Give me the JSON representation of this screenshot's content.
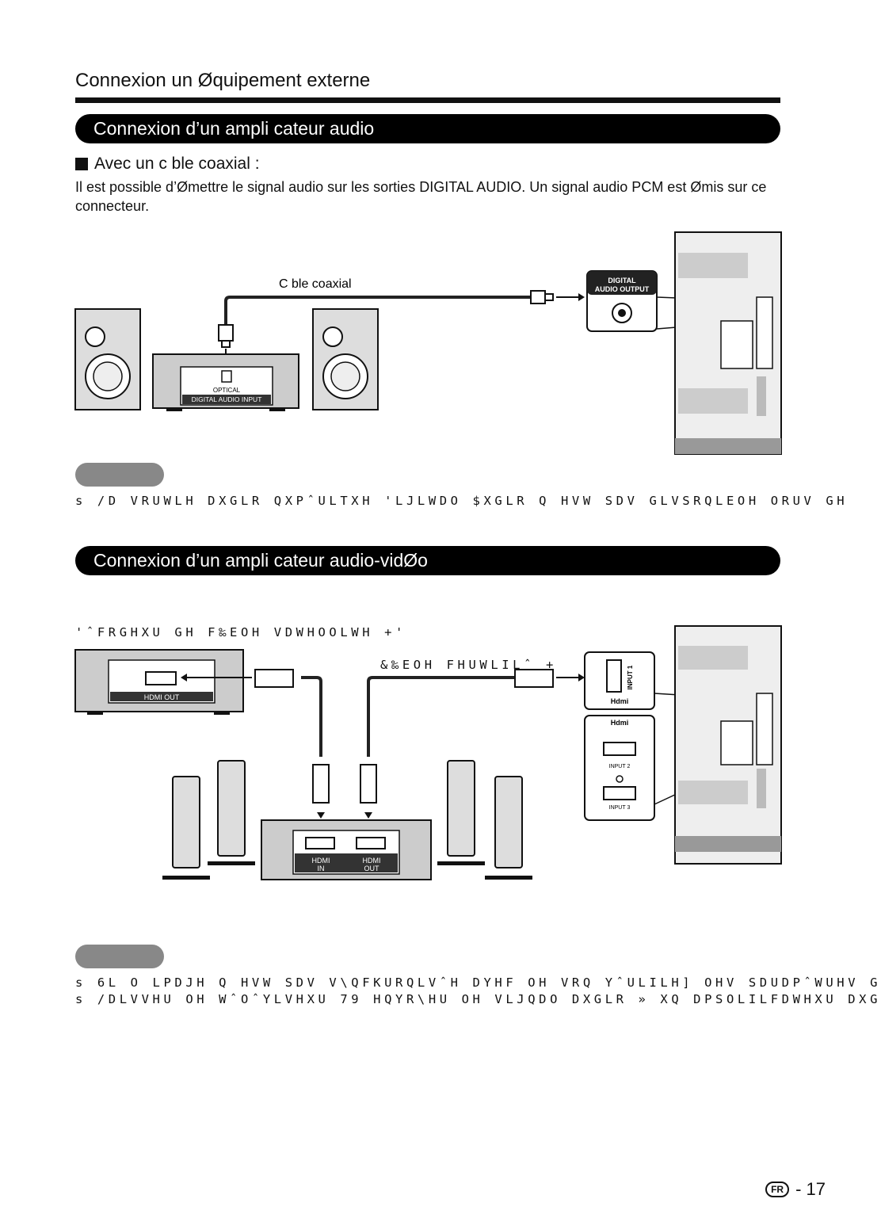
{
  "header": {
    "title": "Connexion   un Øquipement externe"
  },
  "section1": {
    "title": "Connexion d’un ampli cateur audio",
    "subhead": "Avec un c ble coaxial :",
    "paragraph": "Il est possible d’Ømettre le signal audio sur les sorties DIGITAL AUDIO. Un signal audio PCM est Ømis sur ce connecteur.",
    "diagram": {
      "cable_label": "C ble coaxial",
      "tv_port_label_1": "DIGITAL",
      "tv_port_label_2": "AUDIO OUTPUT",
      "amp_port_label_1": "OPTICAL",
      "amp_port_label_2": "DIGITAL AUDIO INPUT"
    },
    "note": "s /D VRUWLH DXGLR QXPˆULTXH  'LJLWDO $XGLR  Q HVW SDV GLVSRQLEOH ORUV GH"
  },
  "section2": {
    "title": "Connexion d’un ampli cateur audio-vidØo",
    "decoder_label": "'ˆFRGHXU GH F‰EOH VDWHOOLWH +'",
    "cable_label": "&‰EOH FHUWLILˆ +",
    "diagram": {
      "decoder_port": "HDMI OUT",
      "tv_input1": "INPUT 1",
      "tv_input2": "INPUT 2",
      "tv_input3": "INPUT 3",
      "hdmi_logo": "Hdmi",
      "amp_in_1": "HDMI",
      "amp_in_2": "IN",
      "amp_out_1": "HDMI",
      "amp_out_2": "OUT"
    },
    "notes": [
      "s 6L O LPDJH Q HVW SDV V\\QFKURQLVˆH DYHF OH VRQ  YˆULILH] OHV SDUDPˆWUHV G",
      "s /DLVVHU OH WˆOˆYLVHXU 79 HQYR\\HU OH VLJQDO DXGLR » XQ DPSOLILFDWHXU DXG"
    ]
  },
  "footer": {
    "lang_badge": "FR",
    "page": "- 17"
  }
}
